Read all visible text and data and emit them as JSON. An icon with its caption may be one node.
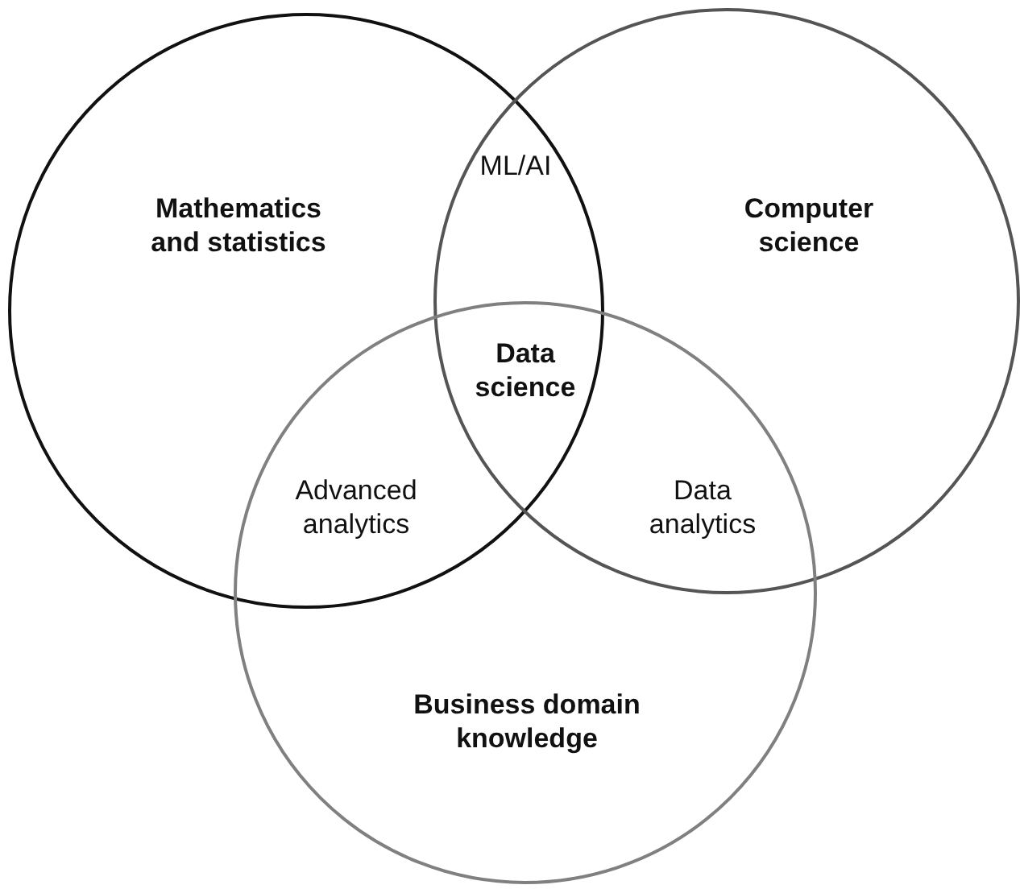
{
  "diagram": {
    "nodes": [
      {
        "text": [
          "Mathematics and statistics"
        ]
      },
      {
        "text": [
          "Computer science"
        ]
      },
      {
        "text": [
          "Business domain knowledge"
        ]
      }
    ],
    "labels": [
      "ML/AI",
      "Data science",
      "Advanced analytics",
      "Data analytics"
    ]
  }
}
